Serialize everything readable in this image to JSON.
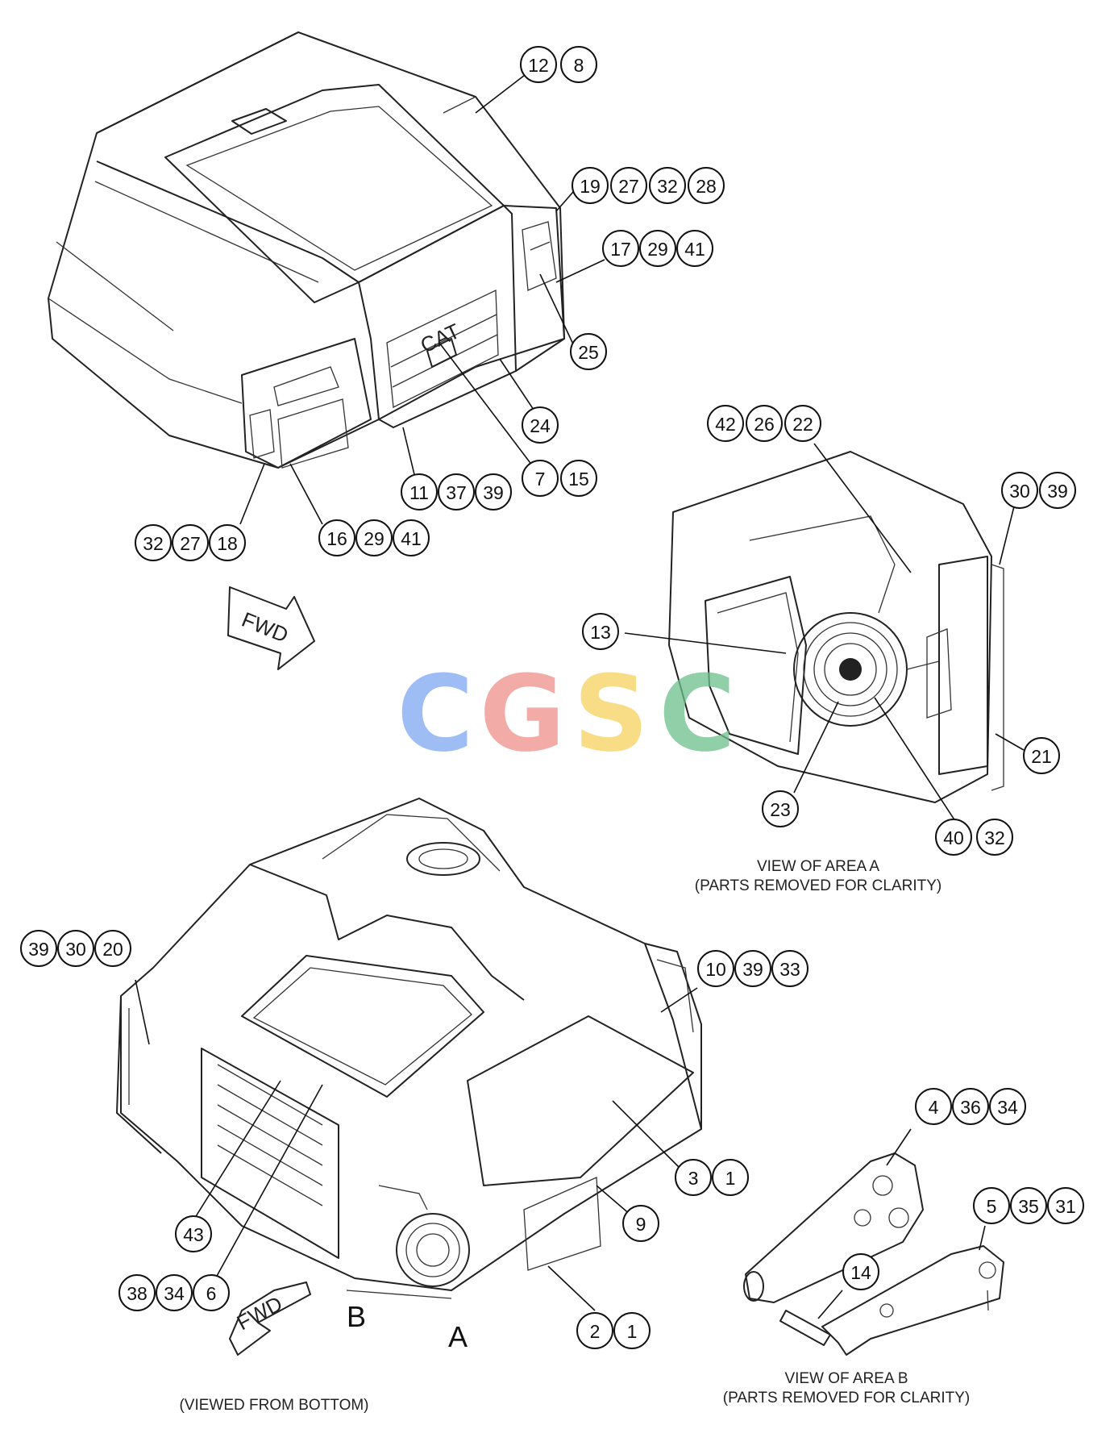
{
  "callout_groups": [
    {
      "id": "g-12-8",
      "numbers": [
        "12",
        "8"
      ]
    },
    {
      "id": "g-19-27-32-28",
      "numbers": [
        "19",
        "27",
        "32",
        "28"
      ]
    },
    {
      "id": "g-17-29-41",
      "numbers": [
        "17",
        "29",
        "41"
      ]
    },
    {
      "id": "g-25",
      "numbers": [
        "25"
      ]
    },
    {
      "id": "g-24",
      "numbers": [
        "24"
      ]
    },
    {
      "id": "g-7-15",
      "numbers": [
        "7",
        "15"
      ]
    },
    {
      "id": "g-11-37-39",
      "numbers": [
        "11",
        "37",
        "39"
      ]
    },
    {
      "id": "g-32-27-18",
      "numbers": [
        "32",
        "27",
        "18"
      ]
    },
    {
      "id": "g-16-29-41",
      "numbers": [
        "16",
        "29",
        "41"
      ]
    },
    {
      "id": "g-42-26-22",
      "numbers": [
        "42",
        "26",
        "22"
      ]
    },
    {
      "id": "g-30-39",
      "numbers": [
        "30",
        "39"
      ]
    },
    {
      "id": "g-13",
      "numbers": [
        "13"
      ]
    },
    {
      "id": "g-21",
      "numbers": [
        "21"
      ]
    },
    {
      "id": "g-23",
      "numbers": [
        "23"
      ]
    },
    {
      "id": "g-40-32",
      "numbers": [
        "40",
        "32"
      ]
    },
    {
      "id": "g-39-30-20",
      "numbers": [
        "39",
        "30",
        "20"
      ]
    },
    {
      "id": "g-10-39-33",
      "numbers": [
        "10",
        "39",
        "33"
      ]
    },
    {
      "id": "g-3-1",
      "numbers": [
        "3",
        "1"
      ]
    },
    {
      "id": "g-9",
      "numbers": [
        "9"
      ]
    },
    {
      "id": "g-43",
      "numbers": [
        "43"
      ]
    },
    {
      "id": "g-38-34-6",
      "numbers": [
        "38",
        "34",
        "6"
      ]
    },
    {
      "id": "g-2-1",
      "numbers": [
        "2",
        "1"
      ]
    },
    {
      "id": "g-4-36-34",
      "numbers": [
        "4",
        "36",
        "34"
      ]
    },
    {
      "id": "g-5-35-31",
      "numbers": [
        "5",
        "35",
        "31"
      ]
    },
    {
      "id": "g-14",
      "numbers": [
        "14"
      ]
    }
  ],
  "captions": {
    "area_a_line1": "VIEW OF AREA A",
    "area_a_line2": "(PARTS REMOVED FOR CLARITY)",
    "area_b_line1": "VIEW OF AREA B",
    "area_b_line2": "(PARTS REMOVED FOR CLARITY)",
    "viewed_from_bottom": "(VIEWED FROM BOTTOM)"
  },
  "area_letters": {
    "a": "A",
    "b": "B"
  },
  "fwd_label": "FWD",
  "cat_logo_text": "CAT",
  "watermark": {
    "letters": [
      "C",
      "G",
      "S",
      "C"
    ],
    "colors": [
      "#7ea7f2",
      "#ee8f8a",
      "#f7d25e",
      "#6cbf8c"
    ]
  }
}
